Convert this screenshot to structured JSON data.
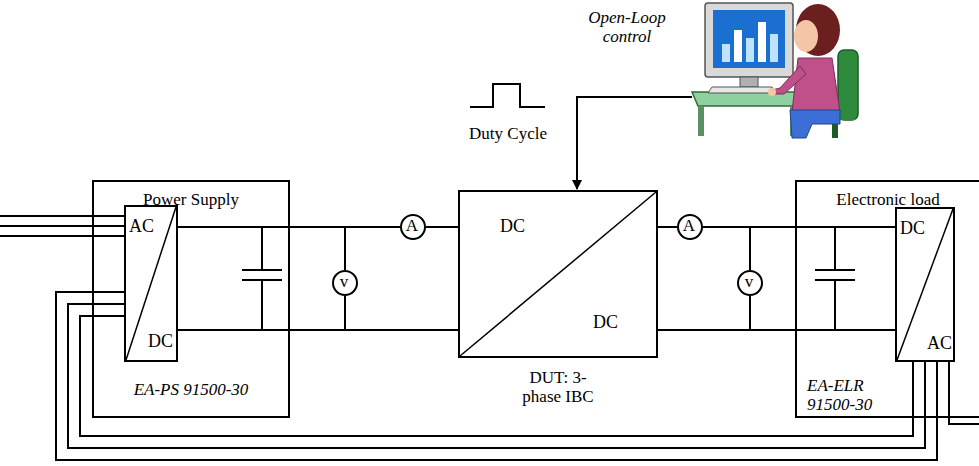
{
  "diagram": {
    "nodes": [
      {
        "text": [
          "Power Supply",
          "EA-PS 91500-30"
        ]
      },
      {
        "text": [
          "AC",
          "DC"
        ],
        "in": 0
      },
      {
        "text": [
          "v"
        ]
      },
      {
        "text": [
          "A"
        ]
      },
      {
        "text": [
          "DC",
          "DC",
          "DUT: 3-phase IBC"
        ]
      },
      {
        "text": [
          "A"
        ]
      },
      {
        "text": [
          "v"
        ]
      },
      {
        "text": [
          "Electronic load",
          "EA-ELR 91500-30"
        ]
      },
      {
        "text": [
          "DC",
          "AC"
        ],
        "in": 7
      }
    ],
    "edges": [
      {
        "from": 1,
        "to": 3,
        "arrow": "none"
      },
      {
        "from": 3,
        "to": 4,
        "arrow": "none"
      },
      {
        "from": 4,
        "to": 5,
        "arrow": "none"
      },
      {
        "from": 5,
        "to": 8,
        "arrow": "none"
      },
      {
        "from": 1,
        "to": 4,
        "arrow": "none"
      },
      {
        "from": 4,
        "to": 8,
        "arrow": "none"
      },
      {
        "from": 8,
        "to": 1,
        "arrow": "none"
      },
      {
        "from": 8,
        "to": 1,
        "arrow": "none"
      },
      {
        "from": 8,
        "to": 1,
        "arrow": "none"
      }
    ],
    "labels": [
      "Open-Loop control",
      "Duty Cycle"
    ]
  }
}
